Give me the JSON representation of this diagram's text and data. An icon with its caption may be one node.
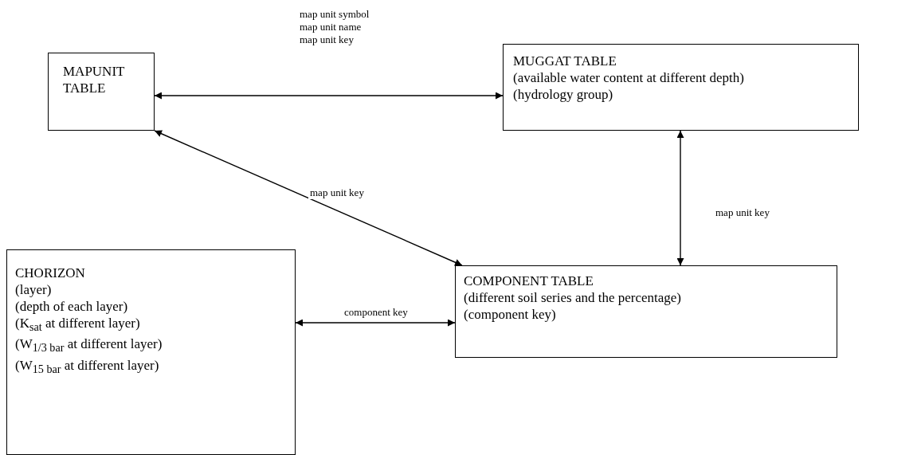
{
  "diagram": {
    "nodes": [
      {
        "text": [
          "MAPUNIT TABLE"
        ]
      },
      {
        "text": [
          "MUGGAT TABLE",
          "(available water content at different depth)",
          "(hydrology group)"
        ]
      },
      {
        "text": [
          "CHORIZON",
          "(layer)",
          "(depth of each layer)",
          "(K$_{sat}$ at different layer)",
          "(W$_{1/3 bar}$ at different layer)",
          "(W$_{15 bar}$ at different layer)"
        ]
      },
      {
        "text": [
          "COMPONENT TABLE",
          "(different soil series and the percentage)",
          "(component key)"
        ]
      }
    ],
    "edges": [
      {
        "from": 0,
        "to": 1,
        "arrow": "both",
        "label": "map unit symbol map unit name map unit key"
      },
      {
        "from": 0,
        "to": 3,
        "arrow": "both",
        "label": "map unit key"
      },
      {
        "from": 1,
        "to": 3,
        "arrow": "both",
        "label": "map unit key"
      },
      {
        "from": 2,
        "to": 3,
        "arrow": "both",
        "label": "component key"
      }
    ]
  }
}
